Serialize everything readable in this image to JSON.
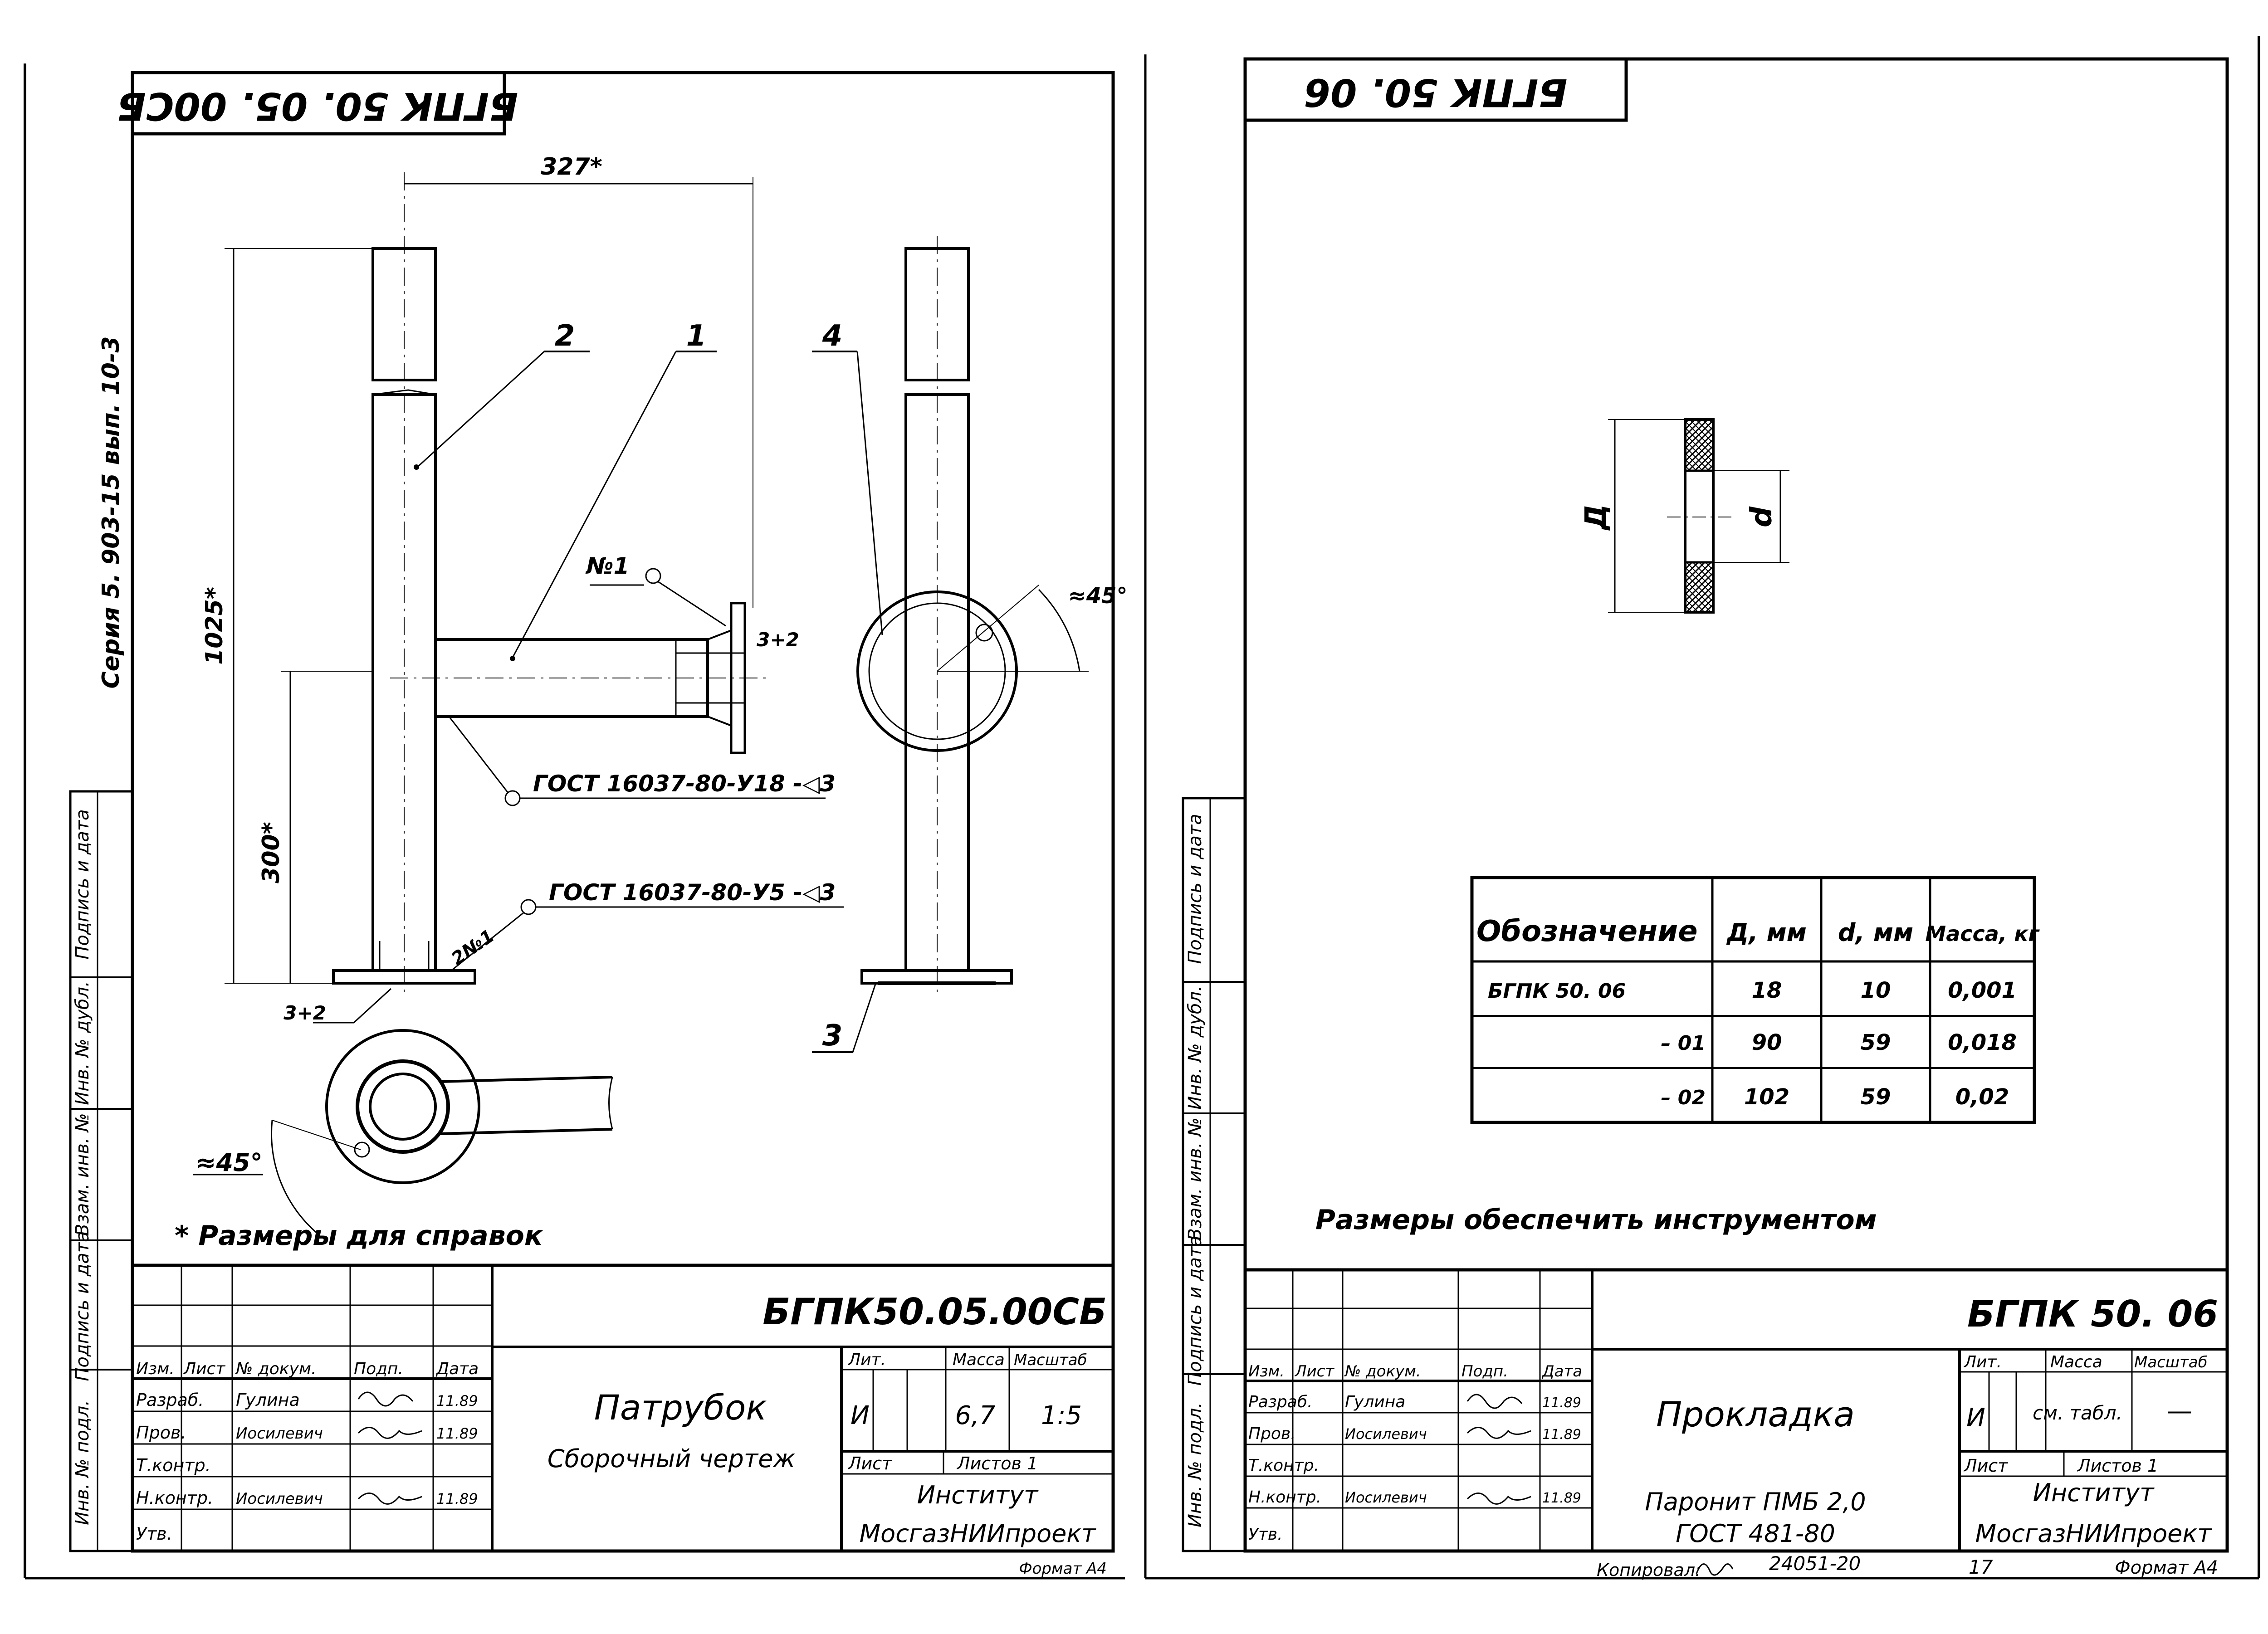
{
  "left_sheet": {
    "code_stamp": "БГПК 50. 05. 00СБ",
    "series_label": "Серия 5. 903-15 вып. 10-3",
    "dim_top": "327*",
    "dim_height": "1025*",
    "dim_low": "300*",
    "callouts": [
      "1",
      "2",
      "3",
      "4"
    ],
    "weld_1": "ГОСТ 16037-80-У18 -◁3",
    "weld_2": "ГОСТ 16037-80-У5 -◁3",
    "weld_mark_1": "№1",
    "weld_mark_2": "2№1",
    "gap_1": "3+2",
    "gap_2": "3+2",
    "angle_1": "≈45°",
    "angle_2": "≈45°",
    "note": "* Размеры для справок",
    "title_block": {
      "code": "БГПК50.05.00СБ",
      "name": "Патрубок",
      "subtitle": "Сборочный чертеж",
      "headers": [
        "Изм.",
        "Лист",
        "№ докум.",
        "Подп.",
        "Дата"
      ],
      "rows": [
        [
          "Разраб.",
          "Гулина",
          "",
          "11.89"
        ],
        [
          "Пров.",
          "Иосилевич",
          "",
          "11.89"
        ],
        [
          "Т.контр.",
          "",
          "",
          ""
        ],
        [
          "Н.контр.",
          "Иосилевич",
          "",
          "11.89"
        ],
        [
          "Утв.",
          "",
          "",
          ""
        ]
      ],
      "lit_label": "Лит.",
      "mass_label": "Масса",
      "scale_label": "Масштаб",
      "lit": "И",
      "mass": "6,7",
      "scale": "1:5",
      "sheet_label": "Лист",
      "sheets_label": "Листов 1",
      "org1": "Институт",
      "org2": "МосгазНИИпроект",
      "format": "Формат А4"
    }
  },
  "right_sheet": {
    "code_stamp": "БГПК 50. 06",
    "dim_D": "Д",
    "dim_d": "d",
    "table": {
      "headers": [
        "Обозначение",
        "Д, мм",
        "d, мм",
        "Масса, кг"
      ],
      "rows": [
        [
          "БГПК 50. 06",
          "18",
          "10",
          "0,001"
        ],
        [
          "– 01",
          "90",
          "59",
          "0,018"
        ],
        [
          "– 02",
          "102",
          "59",
          "0,02"
        ]
      ]
    },
    "note": "Размеры обеспечить инструментом",
    "title_block": {
      "code": "БГПК 50. 06",
      "name": "Прокладка",
      "material1": "Паронит ПМБ 2,0",
      "material2": "ГОСТ 481-80",
      "headers": [
        "Изм.",
        "Лист",
        "№ докум.",
        "Подп.",
        "Дата"
      ],
      "rows": [
        [
          "Разраб.",
          "Гулина",
          "",
          "11.89"
        ],
        [
          "Пров.",
          "Иосилевич",
          "",
          "11.89"
        ],
        [
          "Т.контр.",
          "",
          "",
          ""
        ],
        [
          "Н.контр.",
          "Иосилевич",
          "",
          "11.89"
        ],
        [
          "Утв.",
          "",
          "",
          ""
        ]
      ],
      "lit_label": "Лит.",
      "mass_label": "Масса",
      "scale_label": "Масштаб",
      "lit": "И",
      "mass": "см. табл.",
      "scale": "—",
      "sheet_label": "Лист",
      "sheets_label": "Листов 1",
      "org1": "Институт",
      "org2": "МосгазНИИпроект",
      "copied": "Копировал:",
      "doc_number": "24051-20",
      "sheet_number": "17",
      "format": "Формат А4"
    }
  },
  "side_stamp": [
    "Инв. № подл.",
    "Подпись и дата",
    "Взам. инв. №",
    "Инв. № дубл.",
    "Подпись и дата"
  ]
}
